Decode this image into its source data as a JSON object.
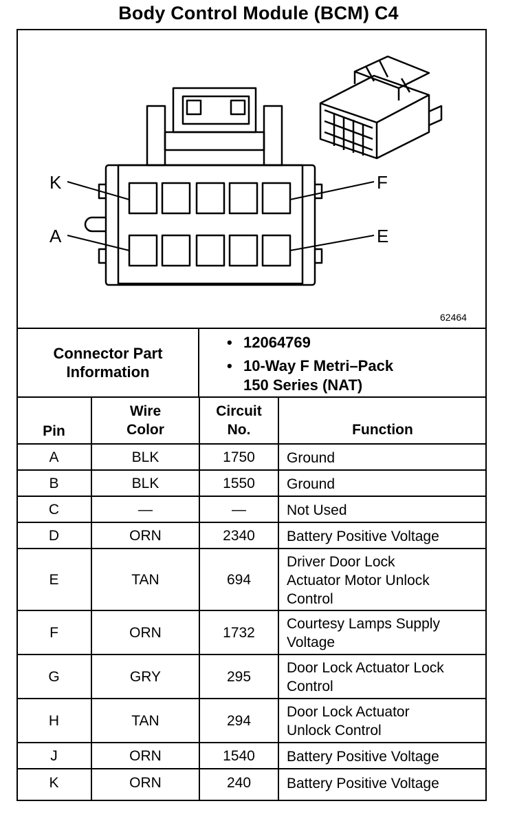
{
  "title": "Body Control Module (BCM) C4",
  "figure_number": "62464",
  "callouts": {
    "k": "K",
    "f": "F",
    "a": "A",
    "e": "E"
  },
  "connector_info": {
    "label_line1": "Connector Part",
    "label_line2": "Information",
    "bullet_symbol": "•",
    "part_number": "12064769",
    "description_line1": "10-Way F Metri–Pack",
    "description_line2": "150 Series (NAT)"
  },
  "table": {
    "headers": {
      "pin": "Pin",
      "wire_color_line1": "Wire",
      "wire_color_line2": "Color",
      "circuit_line1": "Circuit",
      "circuit_line2": "No.",
      "function": "Function"
    },
    "rows": [
      {
        "pin": "A",
        "color": "BLK",
        "circuit": "1750",
        "function": [
          "Ground"
        ]
      },
      {
        "pin": "B",
        "color": "BLK",
        "circuit": "1550",
        "function": [
          "Ground"
        ]
      },
      {
        "pin": "C",
        "color": "—",
        "circuit": "—",
        "function": [
          "Not Used"
        ]
      },
      {
        "pin": "D",
        "color": "ORN",
        "circuit": "2340",
        "function": [
          "Battery Positive Voltage"
        ]
      },
      {
        "pin": "E",
        "color": "TAN",
        "circuit": "694",
        "function": [
          "Driver Door Lock",
          "Actuator Motor Unlock",
          "Control"
        ]
      },
      {
        "pin": "F",
        "color": "ORN",
        "circuit": "1732",
        "function": [
          "Courtesy Lamps Supply",
          "Voltage"
        ]
      },
      {
        "pin": "G",
        "color": "GRY",
        "circuit": "295",
        "function": [
          "Door Lock Actuator Lock",
          "Control"
        ]
      },
      {
        "pin": "H",
        "color": "TAN",
        "circuit": "294",
        "function": [
          "Door Lock Actuator",
          "Unlock Control"
        ]
      },
      {
        "pin": "J",
        "color": "ORN",
        "circuit": "1540",
        "function": [
          "Battery Positive Voltage"
        ]
      },
      {
        "pin": "K",
        "color": "ORN",
        "circuit": "240",
        "function": [
          "Battery Positive Voltage"
        ]
      }
    ]
  }
}
